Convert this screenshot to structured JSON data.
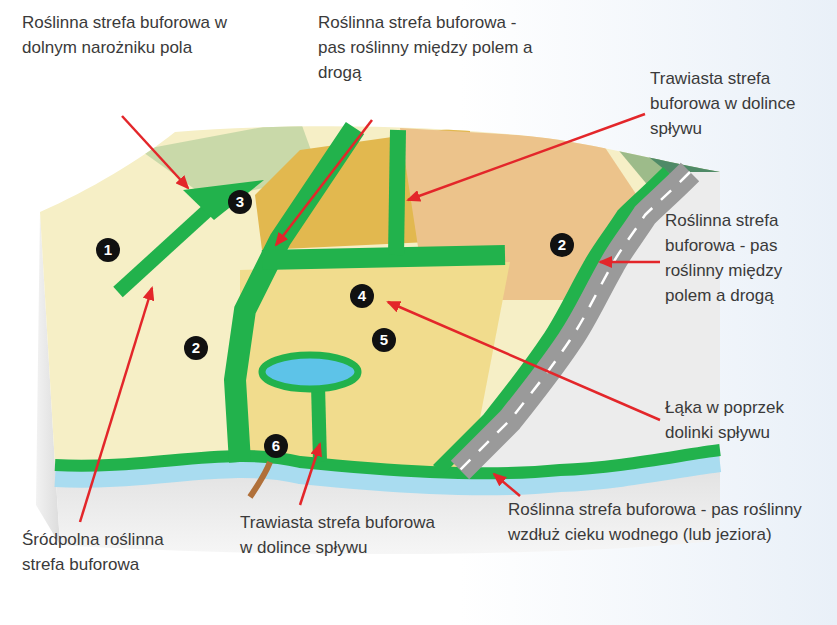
{
  "diagram": {
    "nodes": [
      {
        "text": [
          "3"
        ]
      },
      {
        "text": [
          "1"
        ]
      },
      {
        "text": [
          "2"
        ]
      },
      {
        "text": [
          "4"
        ]
      },
      {
        "text": [
          "2"
        ]
      },
      {
        "text": [
          "5"
        ]
      },
      {
        "text": [
          "6"
        ]
      }
    ],
    "labels": [
      "Roślinna strefa buforowa w dolnym narożniku pola",
      "Roślinna strefa buforowa - pas roślinny między polem a drogą",
      "Trawiasta strefa buforowa w dolince spływu",
      "Roślinna strefa buforowa - pas roślinny między polem a drogą",
      "Łąka w poprzek dolinki spływu",
      "Roślinna strefa buforowa - pas roślinny wzdłuż cieku wodnego (lub jeziora)",
      "Trawiasta strefa buforowa w dolince spływu",
      "Śródpolna roślinna strefa buforowa"
    ]
  }
}
